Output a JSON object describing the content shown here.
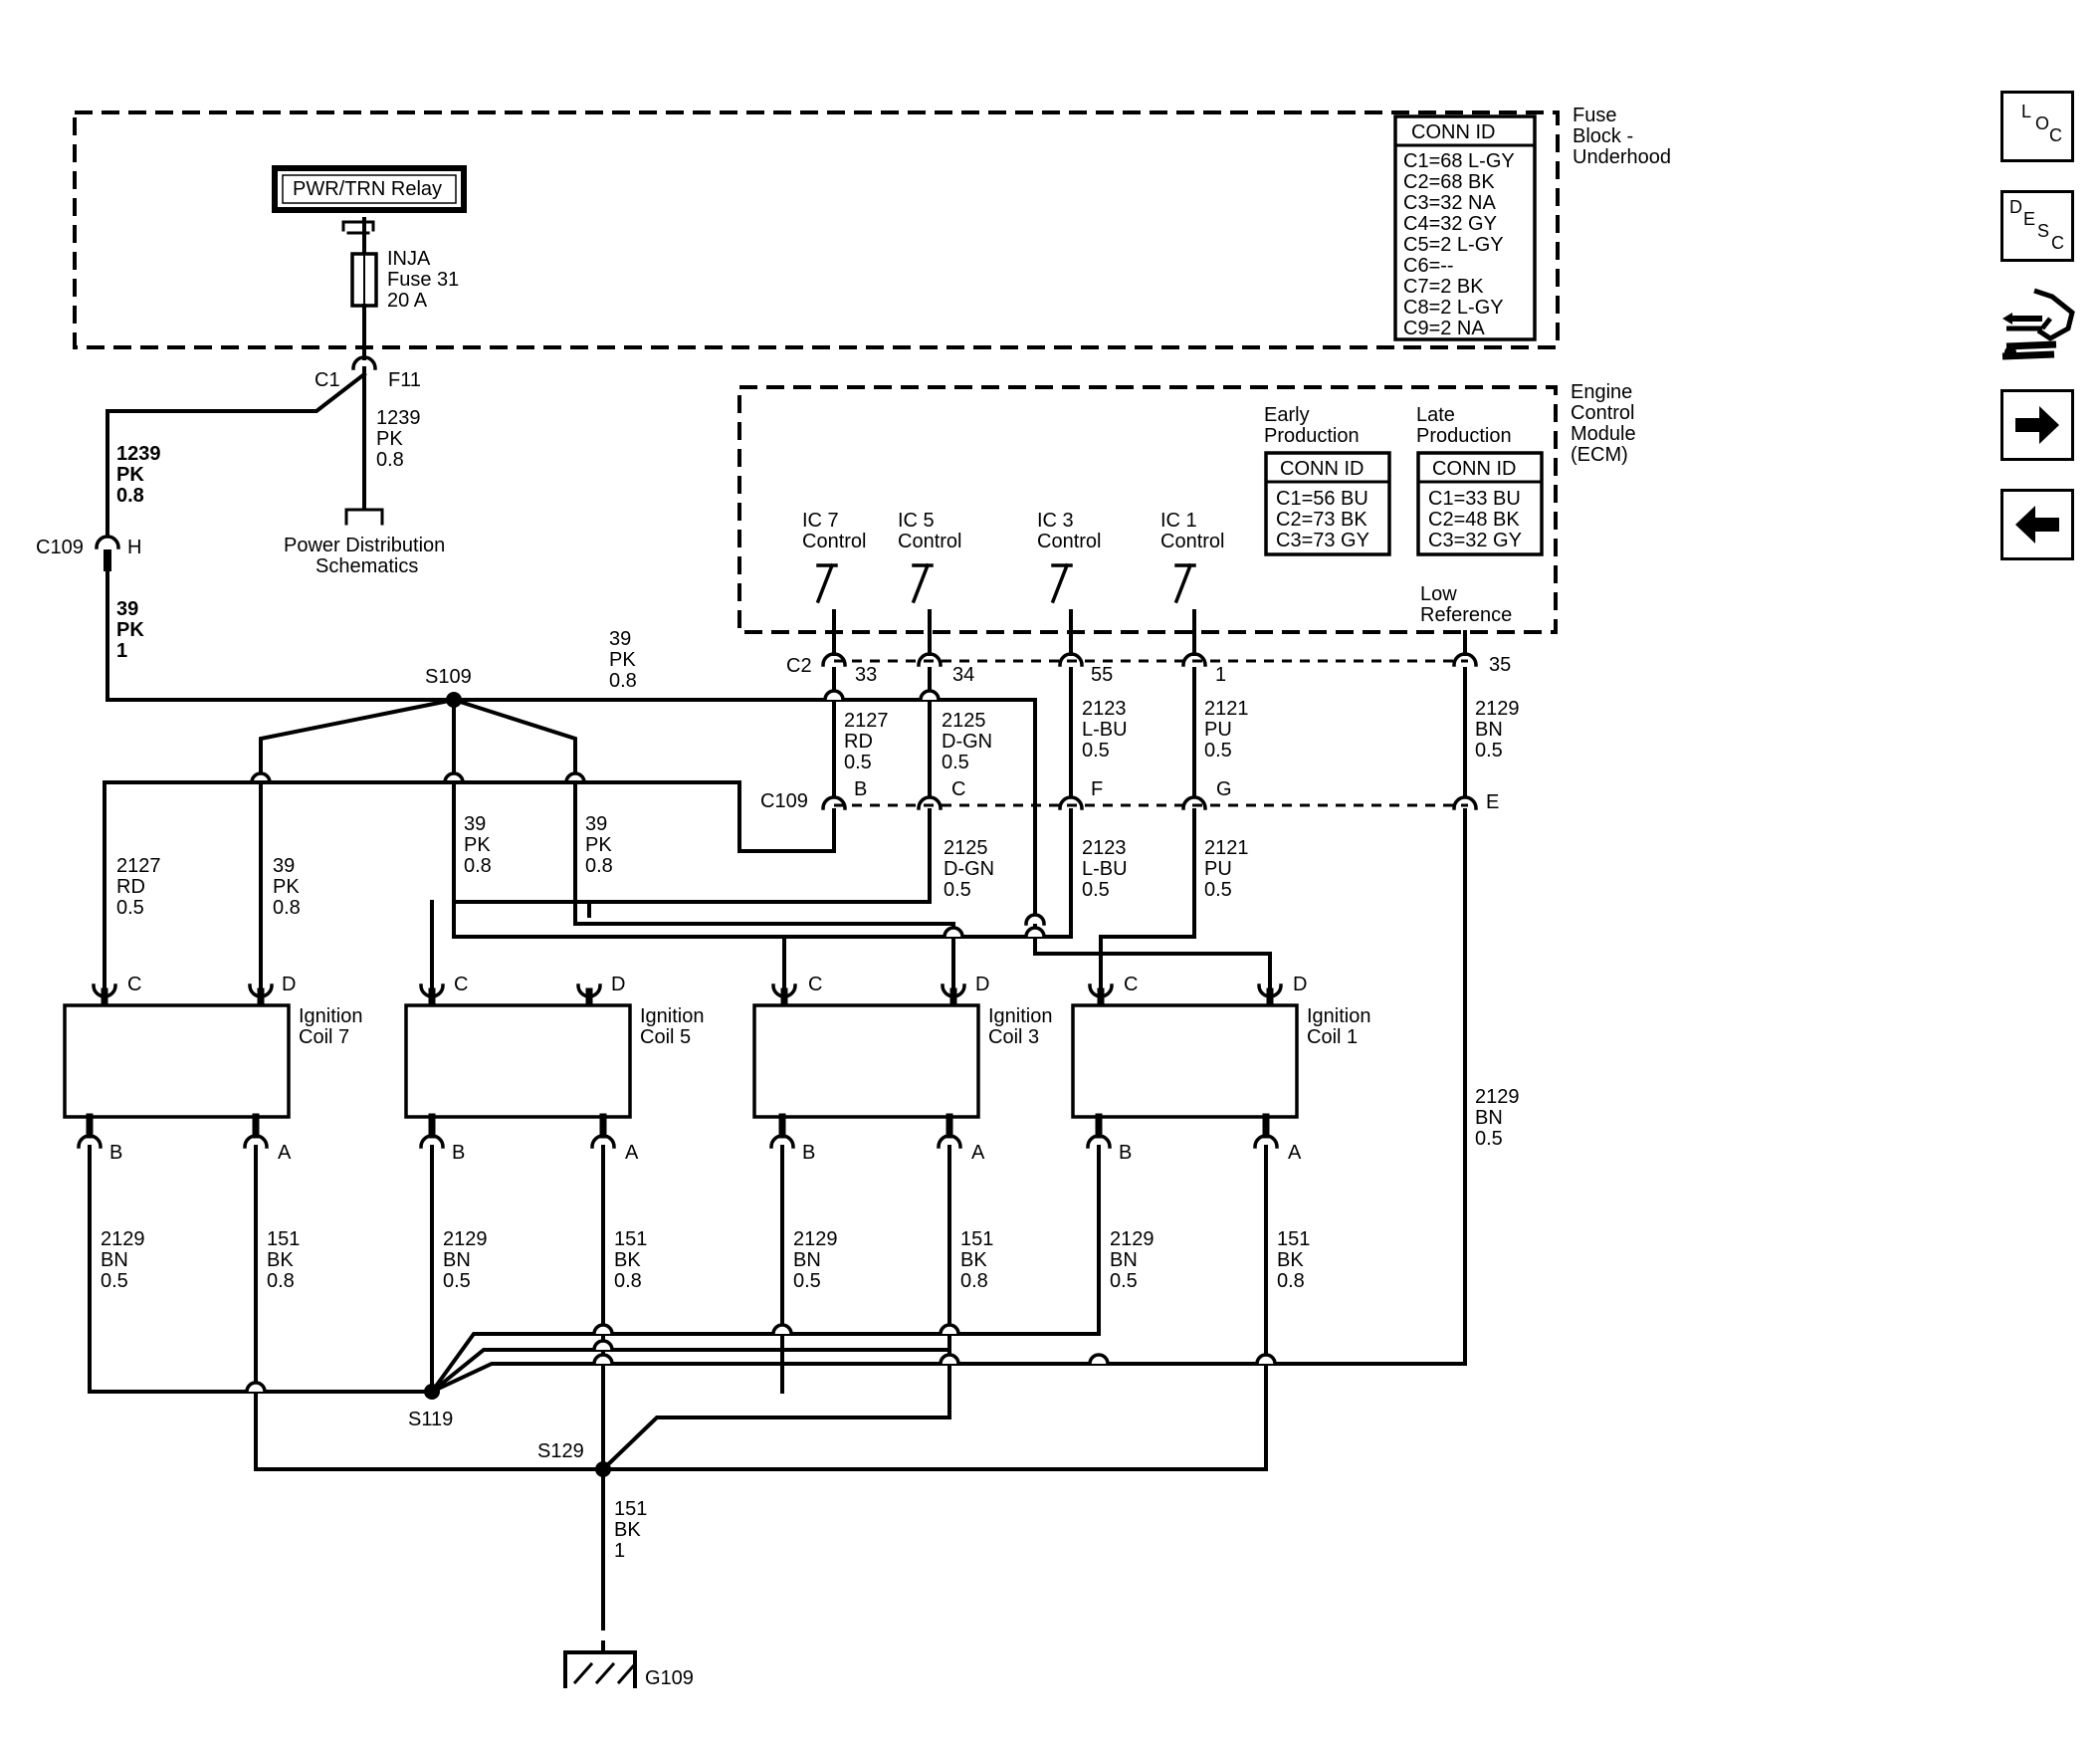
{
  "fuse_block": {
    "title_lines": [
      "Fuse",
      "Block -",
      "Underhood"
    ],
    "conn_id_header": "CONN ID",
    "connectors": [
      "C1=68 L-GY",
      "C2=68 BK",
      "C3=32 NA",
      "C4=32 GY",
      "C5=2 L-GY",
      "C6=--",
      "C7=2 BK",
      "C8=2 L-GY",
      "C9=2 NA"
    ],
    "relay": "PWR/TRN Relay",
    "fuse": [
      "INJA",
      "Fuse 31",
      "20 A"
    ],
    "c1": "C1",
    "f11": "F11"
  },
  "ecm": {
    "title_lines": [
      "Engine",
      "Control",
      "Module",
      "(ECM)"
    ],
    "early": {
      "label_lines": [
        "Early",
        "Production"
      ],
      "header": "CONN ID",
      "connectors": [
        "C1=56 BU",
        "C2=73 BK",
        "C3=73 GY"
      ]
    },
    "late": {
      "label_lines": [
        "Late",
        "Production"
      ],
      "header": "CONN ID",
      "connectors": [
        "C1=33 BU",
        "C2=48 BK",
        "C3=32 GY"
      ]
    },
    "controls": [
      {
        "lines": [
          "IC 7",
          "Control"
        ],
        "pin": "33"
      },
      {
        "lines": [
          "IC 5",
          "Control"
        ],
        "pin": "34"
      },
      {
        "lines": [
          "IC 3",
          "Control"
        ],
        "pin": "55"
      },
      {
        "lines": [
          "IC 1",
          "Control"
        ],
        "pin": "1"
      }
    ],
    "low_ref": {
      "lines": [
        "Low",
        "Reference"
      ],
      "pin": "35"
    },
    "c2": "C2"
  },
  "wires": {
    "w1239_a": [
      "1239",
      "PK",
      "0.8"
    ],
    "w1239_b": [
      "1239",
      "PK",
      "0.8"
    ],
    "w39_1": [
      "39",
      "PK",
      "1"
    ],
    "w39_top": [
      "39",
      "PK",
      "0.8"
    ],
    "w39_s5a": [
      "39",
      "PK",
      "0.8"
    ],
    "w39_s5b": [
      "39",
      "PK",
      "0.8"
    ],
    "w39_c7": [
      "39",
      "PK",
      "0.8"
    ],
    "w2127_c7": [
      "2127",
      "RD",
      "0.5"
    ],
    "w2127_top": [
      "2127",
      "RD",
      "0.5"
    ],
    "w2125_top": [
      "2125",
      "D-GN",
      "0.5"
    ],
    "w2125_bot": [
      "2125",
      "D-GN",
      "0.5"
    ],
    "w2123_top": [
      "2123",
      "L-BU",
      "0.5"
    ],
    "w2123_bot": [
      "2123",
      "L-BU",
      "0.5"
    ],
    "w2121_top": [
      "2121",
      "PU",
      "0.5"
    ],
    "w2121_bot": [
      "2121",
      "PU",
      "0.5"
    ],
    "w2129_top": [
      "2129",
      "BN",
      "0.5"
    ],
    "w2129_mid": [
      "2129",
      "BN",
      "0.5"
    ],
    "w2129_c7": [
      "2129",
      "BN",
      "0.5"
    ],
    "w151_c7": [
      "151",
      "BK",
      "0.8"
    ],
    "w2129_c5": [
      "2129",
      "BN",
      "0.5"
    ],
    "w151_c5": [
      "151",
      "BK",
      "0.8"
    ],
    "w2129_c3": [
      "2129",
      "BN",
      "0.5"
    ],
    "w151_c3": [
      "151",
      "BK",
      "0.8"
    ],
    "w2129_c1": [
      "2129",
      "BN",
      "0.5"
    ],
    "w151_c1": [
      "151",
      "BK",
      "0.8"
    ],
    "w151_g": [
      "151",
      "BK",
      "1"
    ]
  },
  "connectors": {
    "c109": "C109",
    "h": "H",
    "c109_pins": [
      "B",
      "C",
      "F",
      "G",
      "E"
    ]
  },
  "splices": {
    "s109": "S109",
    "s119": "S119",
    "s129": "S129",
    "g109": "G109"
  },
  "pdist": [
    "Power Distribution",
    "Schematics"
  ],
  "coils": [
    {
      "lines": [
        "Ignition",
        "Coil 7"
      ],
      "pins": [
        "C",
        "D",
        "B",
        "A"
      ]
    },
    {
      "lines": [
        "Ignition",
        "Coil 5"
      ],
      "pins": [
        "C",
        "D",
        "B",
        "A"
      ]
    },
    {
      "lines": [
        "Ignition",
        "Coil 3"
      ],
      "pins": [
        "C",
        "D",
        "B",
        "A"
      ]
    },
    {
      "lines": [
        "Ignition",
        "Coil 1"
      ],
      "pins": [
        "C",
        "D",
        "B",
        "A"
      ]
    }
  ],
  "nav": {
    "loc": [
      "L",
      "O",
      "C"
    ],
    "desc": [
      "D",
      "E",
      "S",
      "C"
    ],
    "items": [
      "loc-button",
      "desc-button",
      "connector-icon-button",
      "next-arrow-button",
      "previous-arrow-button"
    ]
  }
}
